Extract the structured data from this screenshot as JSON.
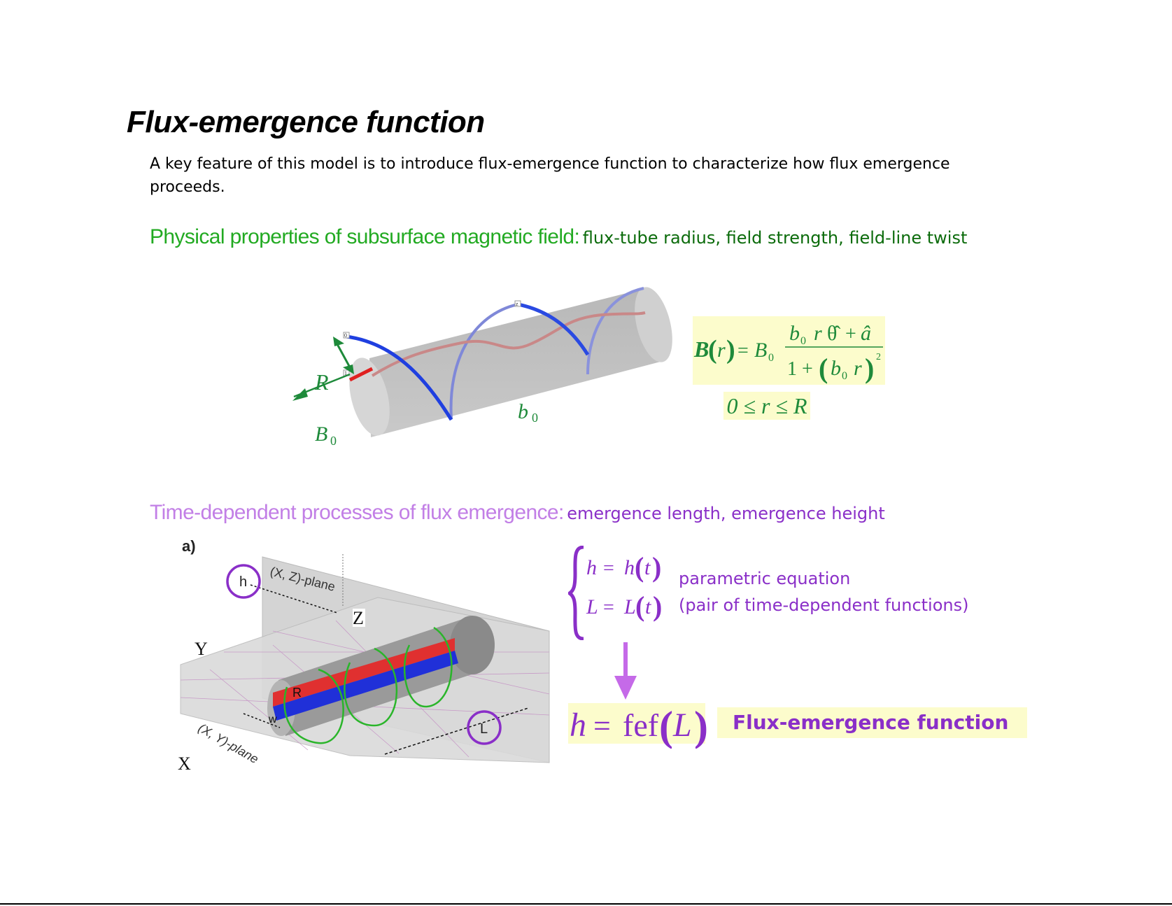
{
  "title": "Flux-emergence function",
  "intro": "A key feature of this model is to introduce flux-emergence function to characterize how flux emergence proceeds.",
  "section1": {
    "lead": "Physical properties of subsurface magnetic field:",
    "detail": "flux-tube radius, field strength, field-line twist"
  },
  "fig1": {
    "label_R": "R",
    "label_B": "B",
    "label_B_sub": "0",
    "label_b": "b",
    "label_b_sub": "0",
    "tick_0": "0",
    "tick_1": "1",
    "tick_z": "z"
  },
  "eq1": {
    "lhs_B": "B",
    "lhs_r": "r",
    "equals": "=",
    "B0": "B",
    "B0_sub": "0",
    "num_b": "b",
    "num_b_sub": "0",
    "num_r": "r",
    "num_theta": "θ̂",
    "num_plus": "+",
    "num_a": "â",
    "den_1": "1 +",
    "den_b": "b",
    "den_b_sub": "0",
    "den_r": "r",
    "den_exp": "2"
  },
  "range": {
    "text": "0 ≤ r ≤ R"
  },
  "section2": {
    "lead": "Time-dependent processes of flux emergence:",
    "detail": "emergence length, emergence height"
  },
  "fig2": {
    "panel_label": "a)",
    "xz_plane": "(X, Z)-plane",
    "xy_plane": "(X, Y)-plane",
    "label_h": "h",
    "label_L": "L",
    "label_Y": "Y",
    "label_X": "X",
    "label_Z": "Z",
    "label_R": "R",
    "label_w": "w"
  },
  "system": {
    "h": "h",
    "eq": "=",
    "h_of": "h",
    "t1": "t",
    "L": "L",
    "L_of": "L",
    "t2": "t"
  },
  "param_note": {
    "line1": "parametric equation",
    "line2": "(pair of time-dependent functions)"
  },
  "result": {
    "h": "h",
    "eq": "=",
    "fef": "fef",
    "L": "L",
    "label": "Flux-emergence function"
  },
  "colors": {
    "green": "#1e8a3a",
    "purple": "#8a2fc8",
    "light_purple": "#c27fe6",
    "highlight": "#fcfccc",
    "blue_field": "#1f3fe0",
    "red_field": "#e02020"
  }
}
